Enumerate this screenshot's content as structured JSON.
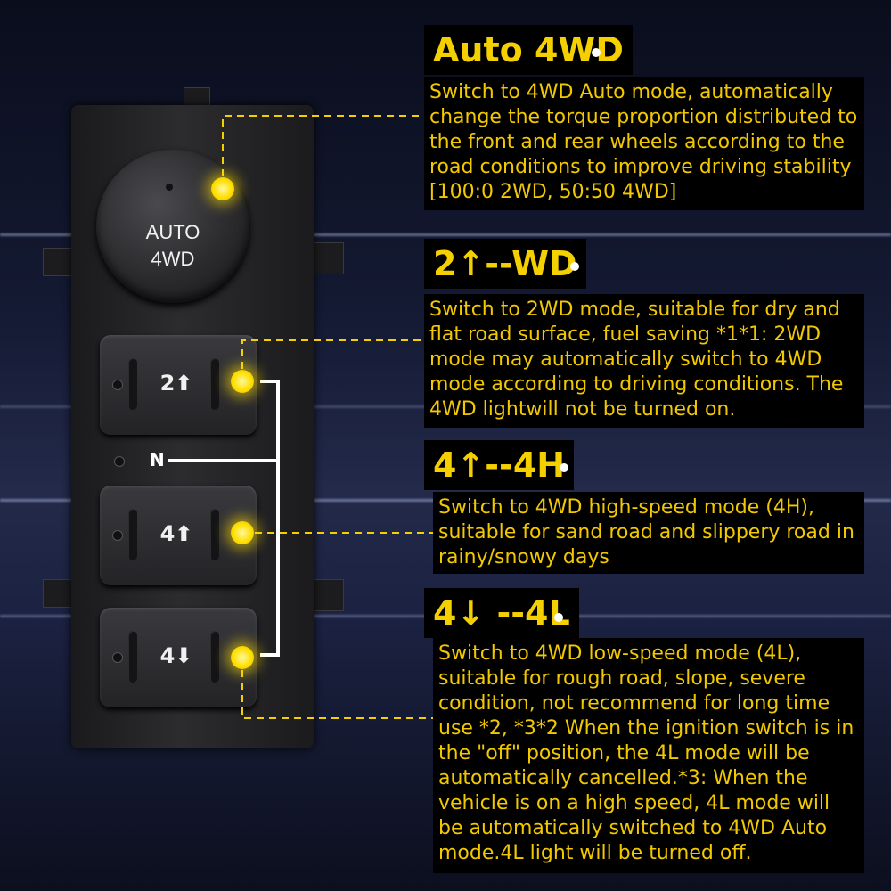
{
  "device": {
    "knob_line1": "AUTO",
    "knob_line2": "4WD",
    "buttons": [
      "2⬆",
      "4⬆",
      "4⬇"
    ],
    "neutral_label": "N"
  },
  "sections": [
    {
      "title": "Auto 4WD",
      "description": "Switch to 4WD Auto mode, automatically change the torque proportion distributed to the front and rear wheels according to the road conditions to improve driving stability [100:0      2WD, 50:50     4WD]"
    },
    {
      "title": "2↑--WD",
      "description": "Switch to 2WD mode, suitable for dry and flat road surface, fuel saving *1*1: 2WD mode may automatically switch to 4WD mode according to driving conditions. The 4WD lightwill not be turned on."
    },
    {
      "title": "4↑--4H",
      "description": "Switch to 4WD high-speed mode (4H), suitable for sand road and slippery road in rainy/snowy days"
    },
    {
      "title": "4↓ --4L",
      "description": "Switch to 4WD low-speed mode (4L), suitable for rough road, slope, severe condition, not recommend for long time use *2, *3*2 When the ignition switch is in the \"off\" position, the 4L mode will be automatically cancelled.*3: When the vehicle is on a high speed, 4L mode will be automatically switched to 4WD Auto mode.4L light will be turned off."
    }
  ],
  "colors": {
    "accent": "#f5d000",
    "led": "#ffe000",
    "box": "#000000"
  }
}
